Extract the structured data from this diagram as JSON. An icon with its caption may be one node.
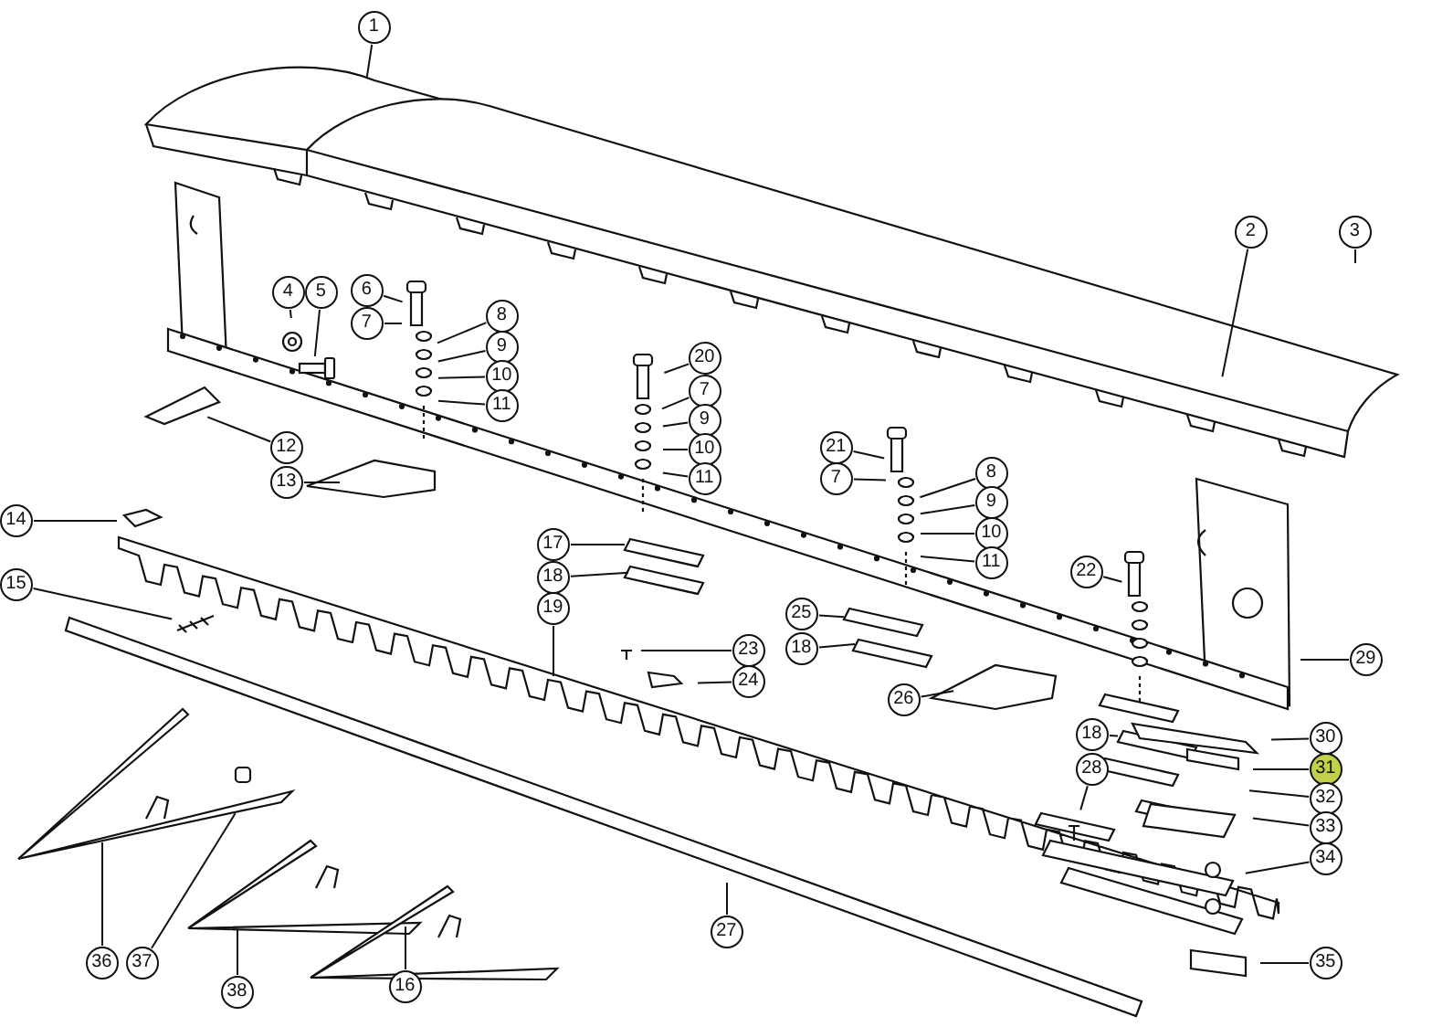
{
  "diagram": {
    "nodes": [
      {
        "text": [
          "1"
        ]
      },
      {
        "text": [
          "2"
        ]
      },
      {
        "text": [
          "3"
        ]
      },
      {
        "text": [
          "4"
        ]
      },
      {
        "text": [
          "5"
        ]
      },
      {
        "text": [
          "6"
        ]
      },
      {
        "text": [
          "7"
        ]
      },
      {
        "text": [
          "8"
        ]
      },
      {
        "text": [
          "9"
        ]
      },
      {
        "text": [
          "10"
        ]
      },
      {
        "text": [
          "11"
        ]
      },
      {
        "text": [
          "12"
        ]
      },
      {
        "text": [
          "13"
        ]
      },
      {
        "text": [
          "20"
        ]
      },
      {
        "text": [
          "7"
        ]
      },
      {
        "text": [
          "9"
        ]
      },
      {
        "text": [
          "10"
        ]
      },
      {
        "text": [
          "11"
        ]
      },
      {
        "text": [
          "21"
        ]
      },
      {
        "text": [
          "7"
        ]
      },
      {
        "text": [
          "8"
        ]
      },
      {
        "text": [
          "9"
        ]
      },
      {
        "text": [
          "10"
        ]
      },
      {
        "text": [
          "11"
        ]
      },
      {
        "text": [
          "14"
        ]
      },
      {
        "text": [
          "15"
        ]
      },
      {
        "text": [
          "17"
        ]
      },
      {
        "text": [
          "18"
        ]
      },
      {
        "text": [
          "19"
        ]
      },
      {
        "text": [
          "22"
        ]
      },
      {
        "text": [
          "25"
        ]
      },
      {
        "text": [
          "18"
        ]
      },
      {
        "text": [
          "23"
        ]
      },
      {
        "text": [
          "24"
        ]
      },
      {
        "text": [
          "26"
        ]
      },
      {
        "text": [
          "29"
        ]
      },
      {
        "text": [
          "30"
        ]
      },
      {
        "text": [
          "18"
        ]
      },
      {
        "text": [
          "31"
        ]
      },
      {
        "text": [
          "28"
        ]
      },
      {
        "text": [
          "32"
        ]
      },
      {
        "text": [
          "33"
        ]
      },
      {
        "text": [
          "34"
        ]
      },
      {
        "text": [
          "36"
        ]
      },
      {
        "text": [
          "37"
        ]
      },
      {
        "text": [
          "27"
        ]
      },
      {
        "text": [
          "38"
        ]
      },
      {
        "text": [
          "16"
        ]
      },
      {
        "text": [
          "35"
        ]
      }
    ],
    "edges": [
      {
        "from": 0,
        "to": null,
        "arrow": "none"
      },
      {
        "from": 1,
        "to": null,
        "arrow": "none"
      },
      {
        "from": 2,
        "to": null,
        "arrow": "none"
      },
      {
        "from": 3,
        "to": null,
        "arrow": "none"
      },
      {
        "from": 4,
        "to": null,
        "arrow": "none"
      },
      {
        "from": 5,
        "to": null,
        "arrow": "none"
      },
      {
        "from": 6,
        "to": null,
        "arrow": "none"
      },
      {
        "from": 7,
        "to": null,
        "arrow": "none"
      },
      {
        "from": 8,
        "to": null,
        "arrow": "none"
      },
      {
        "from": 9,
        "to": null,
        "arrow": "none"
      },
      {
        "from": 10,
        "to": null,
        "arrow": "none"
      },
      {
        "from": 11,
        "to": null,
        "arrow": "none"
      },
      {
        "from": 12,
        "to": null,
        "arrow": "none"
      },
      {
        "from": 13,
        "to": null,
        "arrow": "none"
      },
      {
        "from": 14,
        "to": null,
        "arrow": "none"
      },
      {
        "from": 15,
        "to": null,
        "arrow": "none"
      },
      {
        "from": 16,
        "to": null,
        "arrow": "none"
      },
      {
        "from": 17,
        "to": null,
        "arrow": "none"
      },
      {
        "from": 18,
        "to": null,
        "arrow": "none"
      },
      {
        "from": 19,
        "to": null,
        "arrow": "none"
      },
      {
        "from": 20,
        "to": null,
        "arrow": "none"
      },
      {
        "from": 21,
        "to": null,
        "arrow": "none"
      },
      {
        "from": 22,
        "to": null,
        "arrow": "none"
      },
      {
        "from": 23,
        "to": null,
        "arrow": "none"
      },
      {
        "from": 24,
        "to": null,
        "arrow": "none"
      },
      {
        "from": 25,
        "to": null,
        "arrow": "none"
      },
      {
        "from": 26,
        "to": null,
        "arrow": "none"
      },
      {
        "from": 27,
        "to": null,
        "arrow": "none"
      },
      {
        "from": 28,
        "to": null,
        "arrow": "none"
      },
      {
        "from": 29,
        "to": null,
        "arrow": "none"
      },
      {
        "from": 30,
        "to": null,
        "arrow": "none"
      },
      {
        "from": 31,
        "to": null,
        "arrow": "none"
      },
      {
        "from": 32,
        "to": null,
        "arrow": "none"
      },
      {
        "from": 33,
        "to": null,
        "arrow": "none"
      },
      {
        "from": 34,
        "to": null,
        "arrow": "none"
      },
      {
        "from": 35,
        "to": null,
        "arrow": "none"
      },
      {
        "from": 36,
        "to": null,
        "arrow": "none"
      },
      {
        "from": 37,
        "to": null,
        "arrow": "none"
      },
      {
        "from": 38,
        "to": null,
        "arrow": "none"
      },
      {
        "from": 39,
        "to": null,
        "arrow": "none"
      },
      {
        "from": 40,
        "to": null,
        "arrow": "none"
      },
      {
        "from": 41,
        "to": null,
        "arrow": "none"
      },
      {
        "from": 42,
        "to": null,
        "arrow": "none"
      },
      {
        "from": 43,
        "to": null,
        "arrow": "none"
      },
      {
        "from": 44,
        "to": null,
        "arrow": "none"
      },
      {
        "from": 45,
        "to": null,
        "arrow": "none"
      },
      {
        "from": 46,
        "to": null,
        "arrow": "none"
      },
      {
        "from": 47,
        "to": null,
        "arrow": "none"
      },
      {
        "from": 48,
        "to": null,
        "arrow": "none"
      }
    ]
  }
}
